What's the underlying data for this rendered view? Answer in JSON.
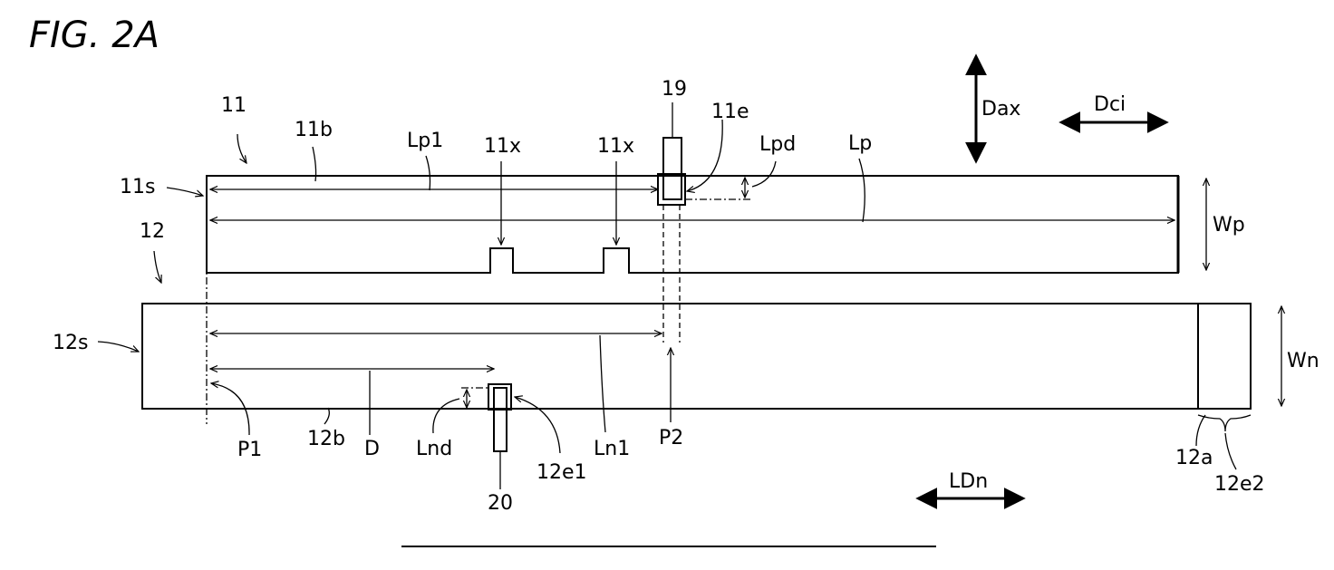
{
  "figure": {
    "title": "FIG. 2A"
  },
  "labels": {
    "l11": "11",
    "l11b": "11b",
    "lLp1": "Lp1",
    "l11x_a": "11x",
    "l11x_b": "11x",
    "l19": "19",
    "l11e": "11e",
    "lLpd": "Lpd",
    "lLp": "Lp",
    "lDax": "Dax",
    "lDci": "Dci",
    "l11s": "11s",
    "l12": "12",
    "lWp": "Wp",
    "l12s": "12s",
    "lWn": "Wn",
    "lP1": "P1",
    "l12b": "12b",
    "lD": "D",
    "lLnd": "Lnd",
    "l20": "20",
    "l12e1": "12e1",
    "lLn1": "Ln1",
    "lP2": "P2",
    "l12a": "12a",
    "l12e2": "12e2",
    "lLDn": "LDn"
  }
}
